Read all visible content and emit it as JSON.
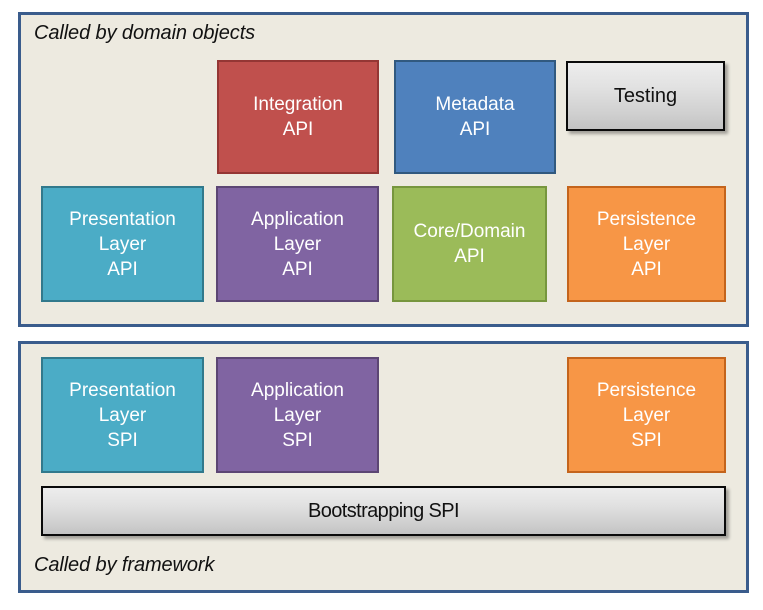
{
  "diagram": {
    "title": "API and SPI layering diagram",
    "background_color": "#FFFFFF",
    "panel_fill": "#EDEAE0",
    "panel_border": "#3A5C8C"
  },
  "panels": {
    "api": {
      "caption": "Called by domain objects",
      "boxes": [
        {
          "id": "integration-api",
          "lines": [
            "Integration",
            "API"
          ],
          "fill": "#C0504D",
          "border": "#943634",
          "text_color": "#FFFFFF"
        },
        {
          "id": "metadata-api",
          "lines": [
            "Metadata",
            "API"
          ],
          "fill": "#4F81BD",
          "border": "#31597F",
          "text_color": "#FFFFFF"
        },
        {
          "id": "testing",
          "lines": [
            "Testing"
          ],
          "fill": "#E2E2E2",
          "border": "#0A0A0A",
          "text_color": "#111111"
        },
        {
          "id": "presentation-layer-api",
          "lines": [
            "Presentation",
            "Layer",
            "API"
          ],
          "fill": "#4BACC6",
          "border": "#31798C",
          "text_color": "#FFFFFF"
        },
        {
          "id": "application-layer-api",
          "lines": [
            "Application",
            "Layer",
            "API"
          ],
          "fill": "#8064A2",
          "border": "#5C4674",
          "text_color": "#FFFFFF"
        },
        {
          "id": "core-domain-api",
          "lines": [
            "Core/Domain",
            "API"
          ],
          "fill": "#9BBB59",
          "border": "#77963E",
          "text_color": "#FFFFFF"
        },
        {
          "id": "persistence-layer-api",
          "lines": [
            "Persistence",
            "Layer",
            "API"
          ],
          "fill": "#F79646",
          "border": "#C4641C",
          "text_color": "#FFFFFF"
        }
      ]
    },
    "spi": {
      "caption": "Called by framework",
      "boxes": [
        {
          "id": "presentation-layer-spi",
          "lines": [
            "Presentation",
            "Layer",
            "SPI"
          ],
          "fill": "#4BACC6",
          "border": "#31798C",
          "text_color": "#FFFFFF"
        },
        {
          "id": "application-layer-spi",
          "lines": [
            "Application",
            "Layer",
            "SPI"
          ],
          "fill": "#8064A2",
          "border": "#5C4674",
          "text_color": "#FFFFFF"
        },
        {
          "id": "persistence-layer-spi",
          "lines": [
            "Persistence",
            "Layer",
            "SPI"
          ],
          "fill": "#F79646",
          "border": "#C4641C",
          "text_color": "#FFFFFF"
        },
        {
          "id": "bootstrapping-spi",
          "lines": [
            "Bootstrapping SPI"
          ],
          "fill": "#E2E2E2",
          "border": "#0A0A0A",
          "text_color": "#111111"
        }
      ]
    }
  }
}
